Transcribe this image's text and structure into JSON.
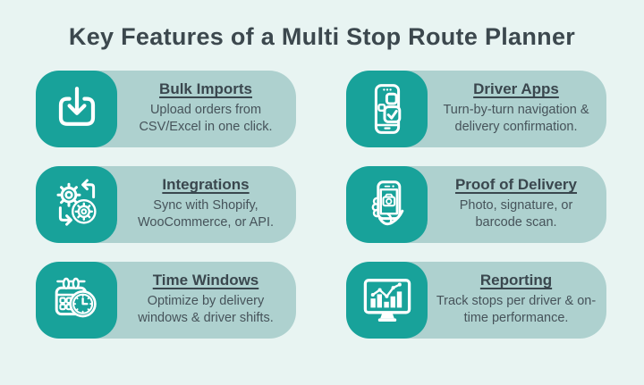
{
  "page": {
    "title": "Key Features of a Multi Stop Route Planner"
  },
  "colors": {
    "background": "#e8f4f2",
    "card_background": "#aed1cf",
    "icon_tile": "#18a29a",
    "icon_stroke": "#ffffff",
    "title_text": "#3c484e",
    "body_text": "#46535a"
  },
  "cards": [
    {
      "icon": "download-tray-icon",
      "title": "Bulk Imports",
      "description": "Upload orders from CSV/Excel in one click."
    },
    {
      "icon": "phone-apps-check-icon",
      "title": "Driver Apps",
      "description": "Turn-by-turn navigation & delivery confirmation."
    },
    {
      "icon": "gears-sync-icon",
      "title": "Integrations",
      "description": "Sync with Shopify, WooCommerce, or API."
    },
    {
      "icon": "hand-phone-camera-icon",
      "title": "Proof of Delivery",
      "description": "Photo, signature, or barcode scan."
    },
    {
      "icon": "calendar-clock-icon",
      "title": "Time Windows",
      "description": "Optimize by delivery windows & driver shifts."
    },
    {
      "icon": "monitor-bar-chart-icon",
      "title": "Reporting",
      "description": "Track stops per driver & on-time performance."
    }
  ]
}
